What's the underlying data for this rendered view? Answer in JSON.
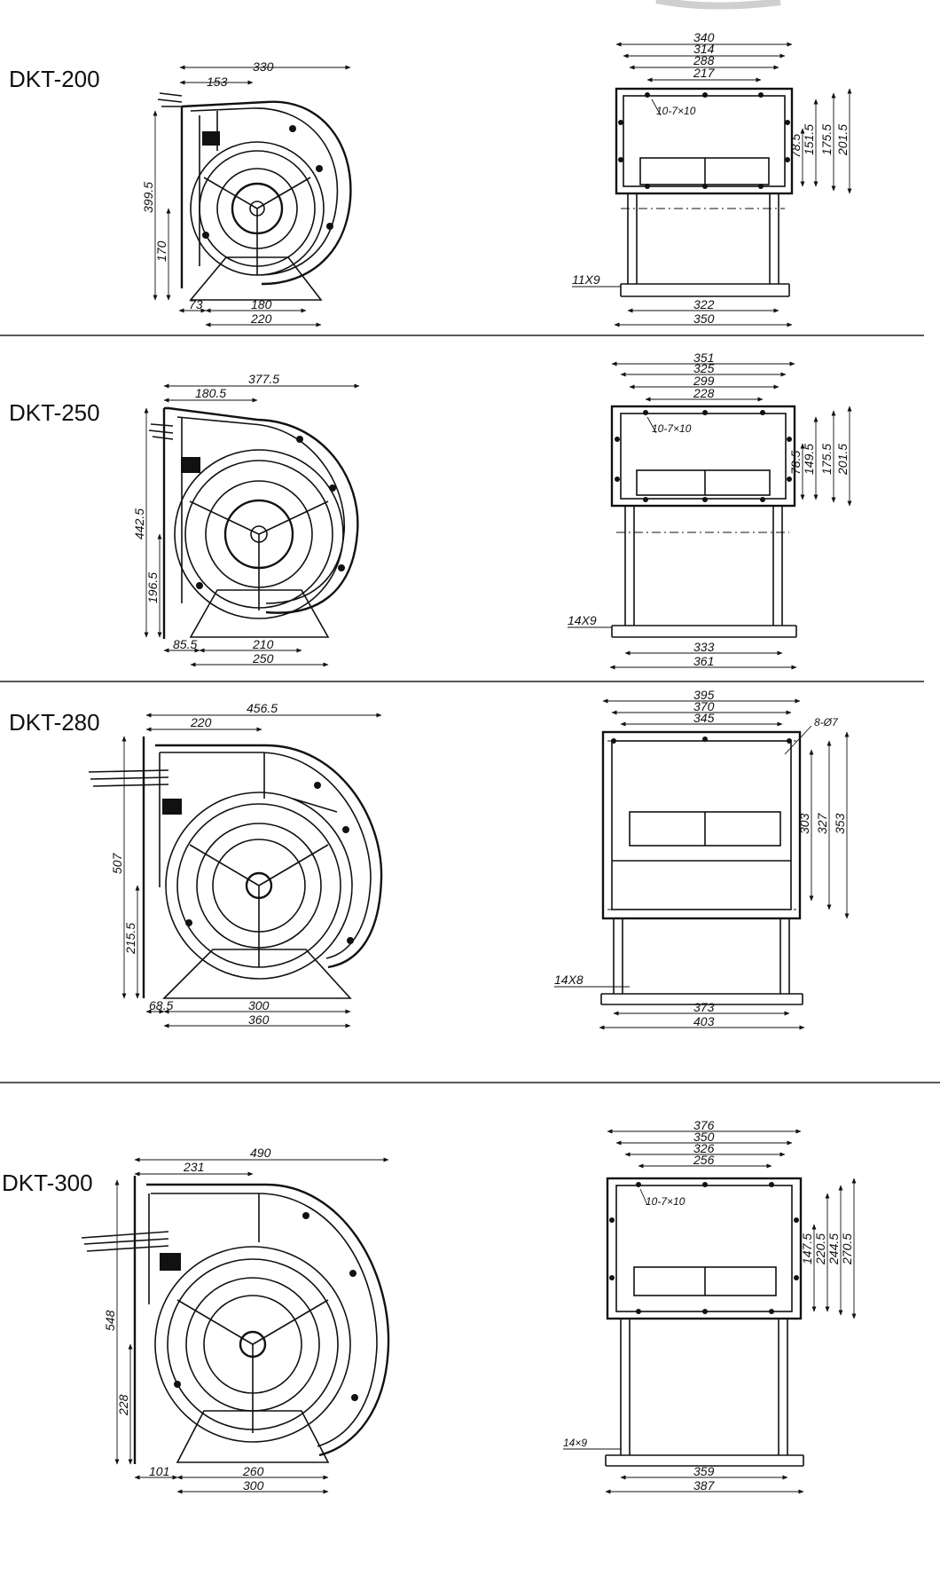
{
  "sections": [
    {
      "model": "DKT-200",
      "side": {
        "overall_width": "330",
        "offset_width": "153",
        "overall_height": "399.5",
        "center_height": "170",
        "left_offset": "73",
        "base_inner": "180",
        "base_outer": "220"
      },
      "front": {
        "top": [
          "340",
          "314",
          "288",
          "217"
        ],
        "holes": "10-7×10",
        "right": [
          "78.5",
          "151.5",
          "175.5",
          "201.5"
        ],
        "foot_slot": "11X9",
        "bottom": [
          "322",
          "350"
        ]
      }
    },
    {
      "model": "DKT-250",
      "side": {
        "overall_width": "377.5",
        "offset_width": "180.5",
        "overall_height": "442.5",
        "center_height": "196.5",
        "left_offset": "85.5",
        "base_inner": "210",
        "base_outer": "250"
      },
      "front": {
        "top": [
          "351",
          "325",
          "299",
          "228"
        ],
        "holes": "10-7×10",
        "right": [
          "78.5",
          "149.5",
          "175.5",
          "201.5"
        ],
        "foot_slot": "14X9",
        "bottom": [
          "333",
          "361"
        ]
      }
    },
    {
      "model": "DKT-280",
      "side": {
        "overall_width": "456.5",
        "offset_width": "220",
        "overall_height": "507",
        "center_height": "215.5",
        "left_offset": "68.5",
        "base_inner": "300",
        "base_outer": "360"
      },
      "front": {
        "top": [
          "395",
          "370",
          "345"
        ],
        "holes": "8-Ø7",
        "right": [
          "303",
          "327",
          "353"
        ],
        "foot_slot": "14X8",
        "bottom": [
          "373",
          "403"
        ]
      }
    },
    {
      "model": "DKT-300",
      "side": {
        "overall_width": "490",
        "offset_width": "231",
        "overall_height": "548",
        "center_height": "228",
        "left_offset": "101",
        "base_inner": "260",
        "base_outer": "300"
      },
      "front": {
        "top": [
          "376",
          "350",
          "326",
          "256"
        ],
        "holes": "10-7×10",
        "right": [
          "147.5",
          "220.5",
          "244.5",
          "270.5"
        ],
        "foot_slot": "14×9",
        "bottom": [
          "359",
          "387"
        ]
      }
    }
  ]
}
